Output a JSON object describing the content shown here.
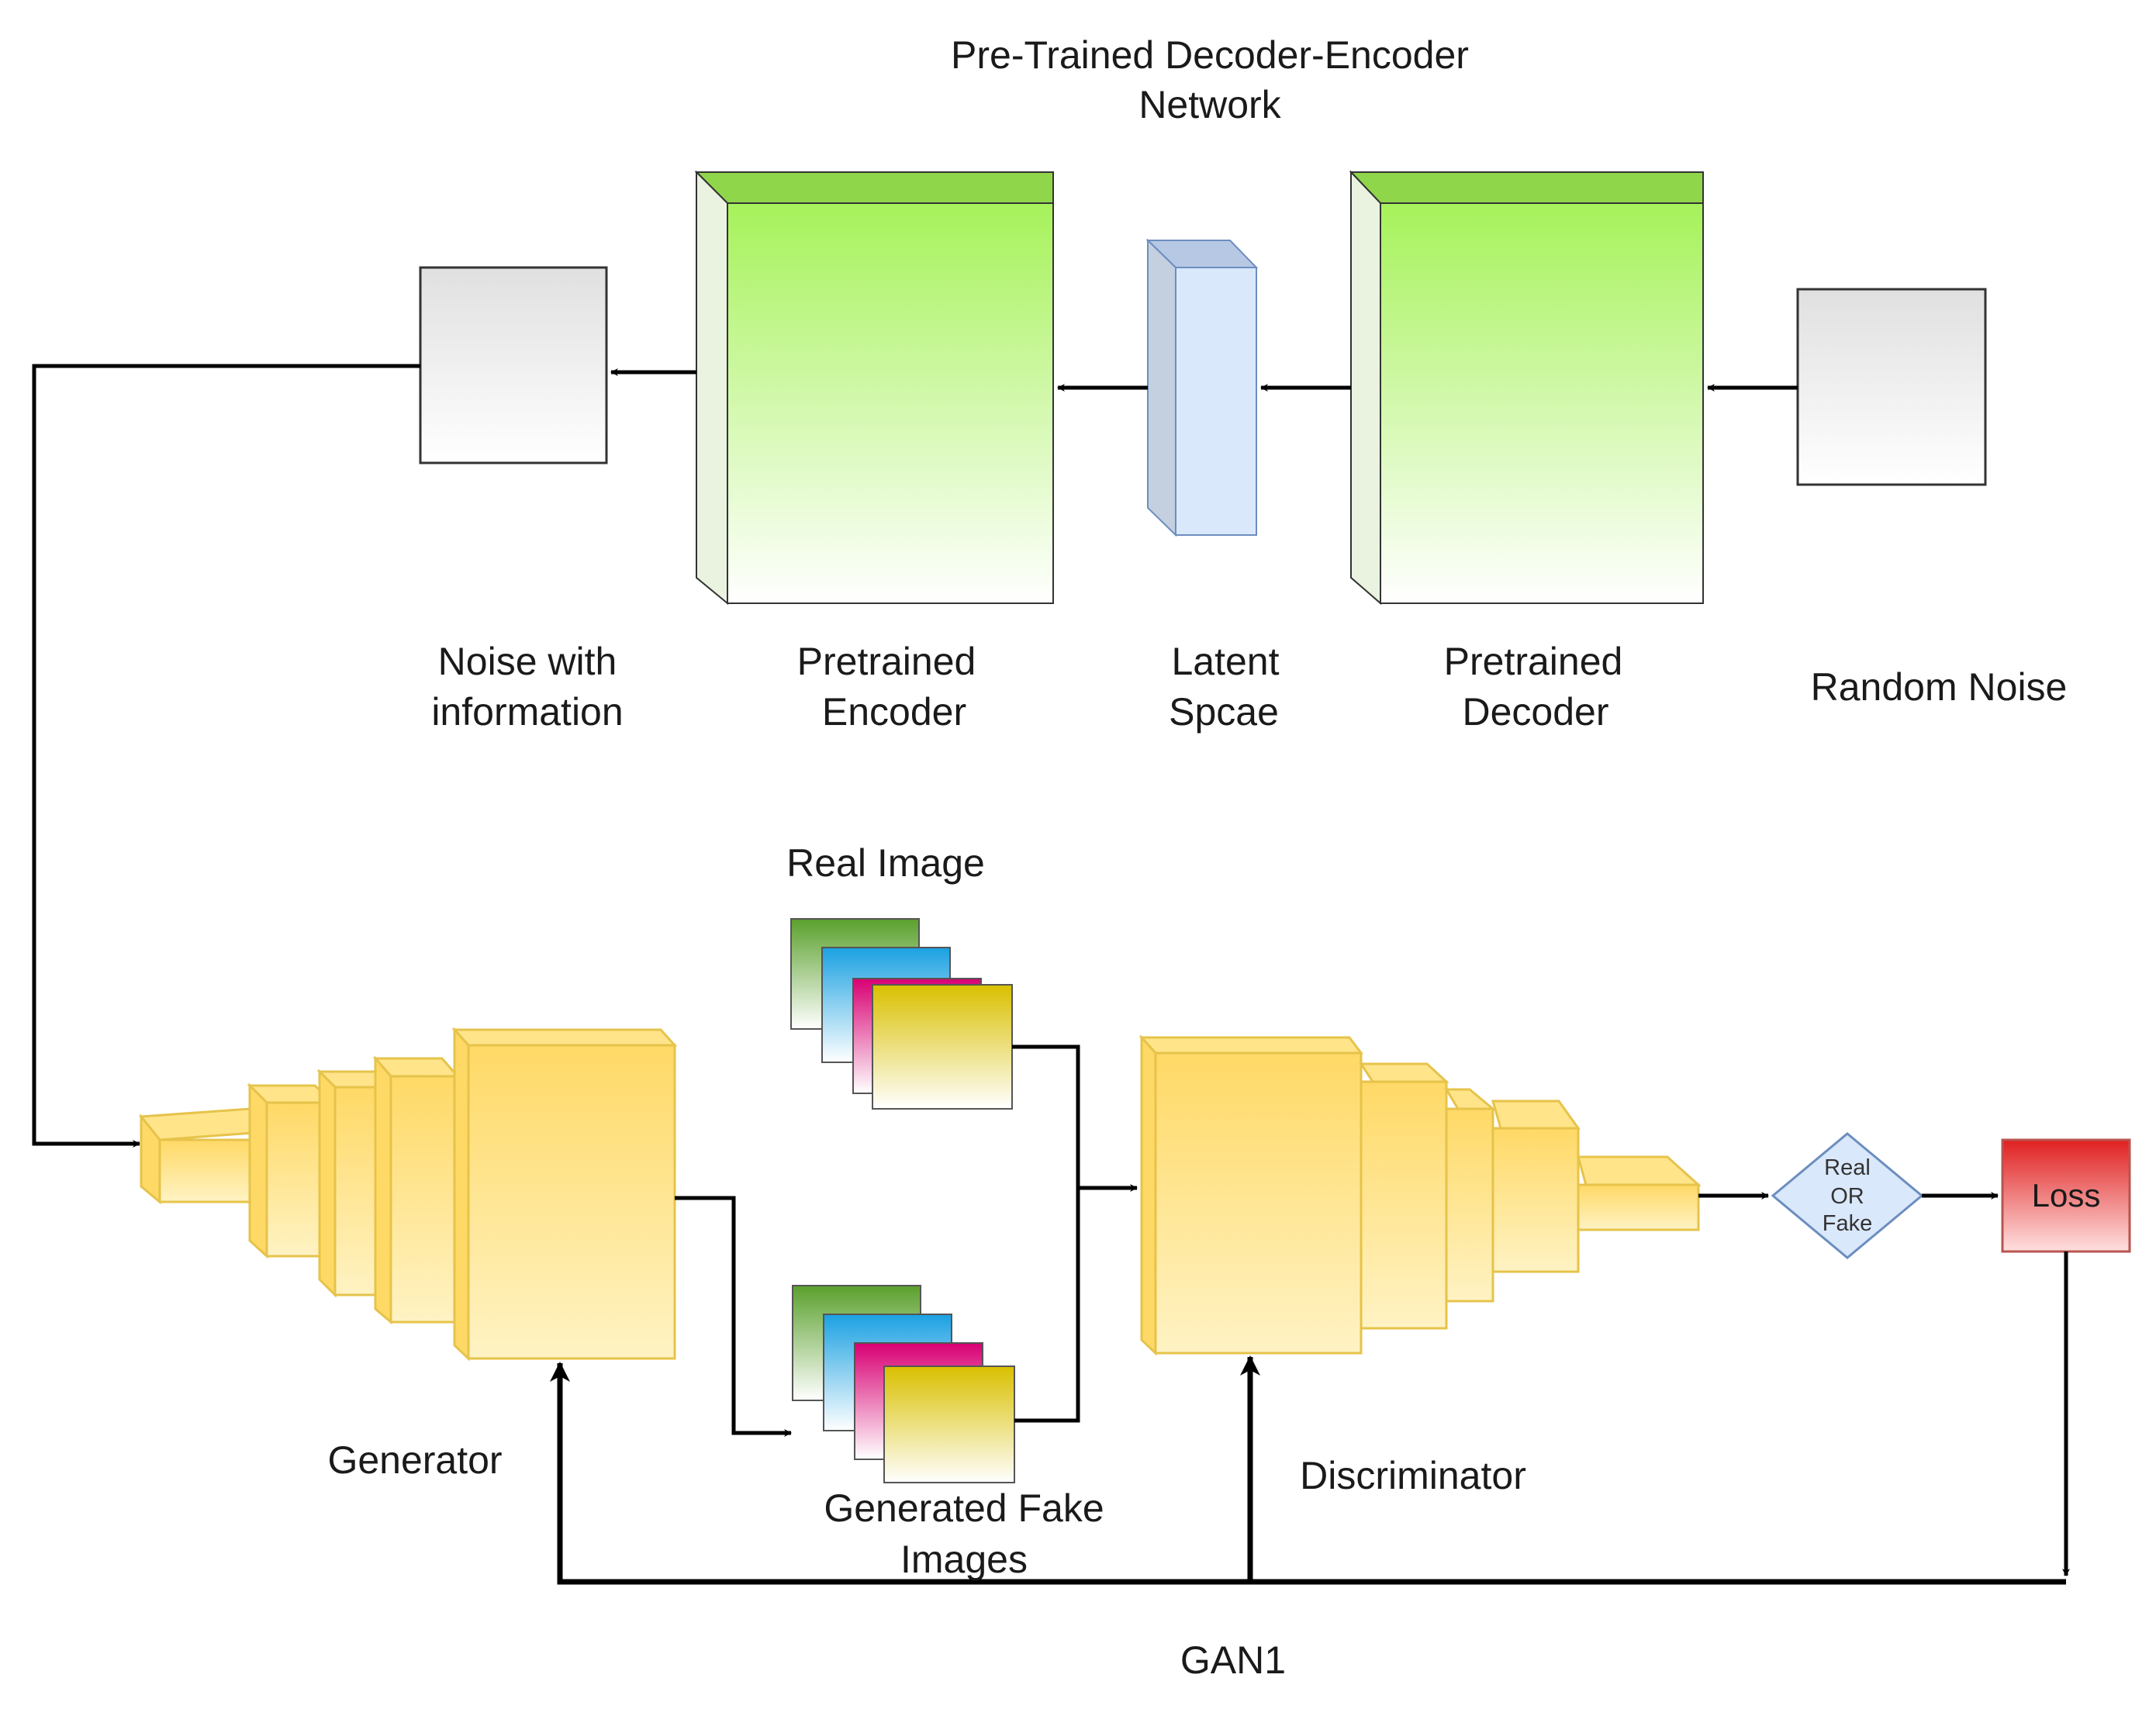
{
  "title_line1": "Pre-Trained Decoder-Encoder",
  "title_line2": "Network",
  "labels": {
    "noise_info_1": "Noise with",
    "noise_info_2": "information",
    "encoder_1": "Pretrained",
    "encoder_2": "Encoder",
    "latent_1": "Latent",
    "latent_2": "Spcae",
    "decoder_1": "Pretrained",
    "decoder_2": "Decoder",
    "random_noise": "Random Noise",
    "real_image": "Real Image",
    "generator": "Generator",
    "fake_1": "Generated Fake",
    "fake_2": "Images",
    "discriminator": "Discriminator",
    "gan": "GAN1",
    "decision_1": "Real",
    "decision_2": "OR",
    "decision_3": "Fake",
    "loss": "Loss"
  },
  "colors": {
    "green": "#a6f25a",
    "light_blue": "#dae8fc",
    "yellow": "#ffd966",
    "red": "#e02020",
    "gray": "#e6e6e6"
  }
}
